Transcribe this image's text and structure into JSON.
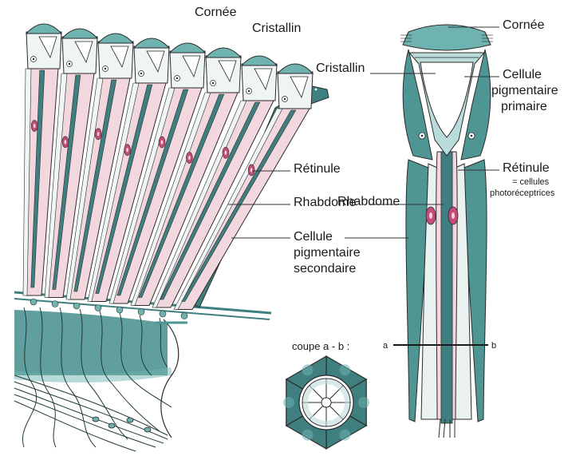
{
  "labels": {
    "left": {
      "cornea": "Cornée",
      "crystalline": "Cristallin",
      "retinula": "Rétinule",
      "rhabdom": "Rhabdome",
      "secondary_pigment_l1": "Cellule",
      "secondary_pigment_l2": "pigmentaire",
      "secondary_pigment_l3": "secondaire"
    },
    "right": {
      "cornea": "Cornée",
      "crystalline": "Cristallin",
      "primary_pigment_l1": "Cellule",
      "primary_pigment_l2": "pigmentaire",
      "primary_pigment_l3": "primaire",
      "retinula": "Rétinule",
      "retinula_note_l1": "= cellules",
      "retinula_note_l2": "photoréceptrices"
    },
    "section": {
      "title": "coupe a - b :",
      "a": "a",
      "b": "b"
    }
  },
  "colors": {
    "teal_dark": "#3f7f80",
    "teal_light": "#6fb3b1",
    "pink": "#f3d7df",
    "magenta": "#c64b78",
    "pale": "#eef5f4"
  }
}
